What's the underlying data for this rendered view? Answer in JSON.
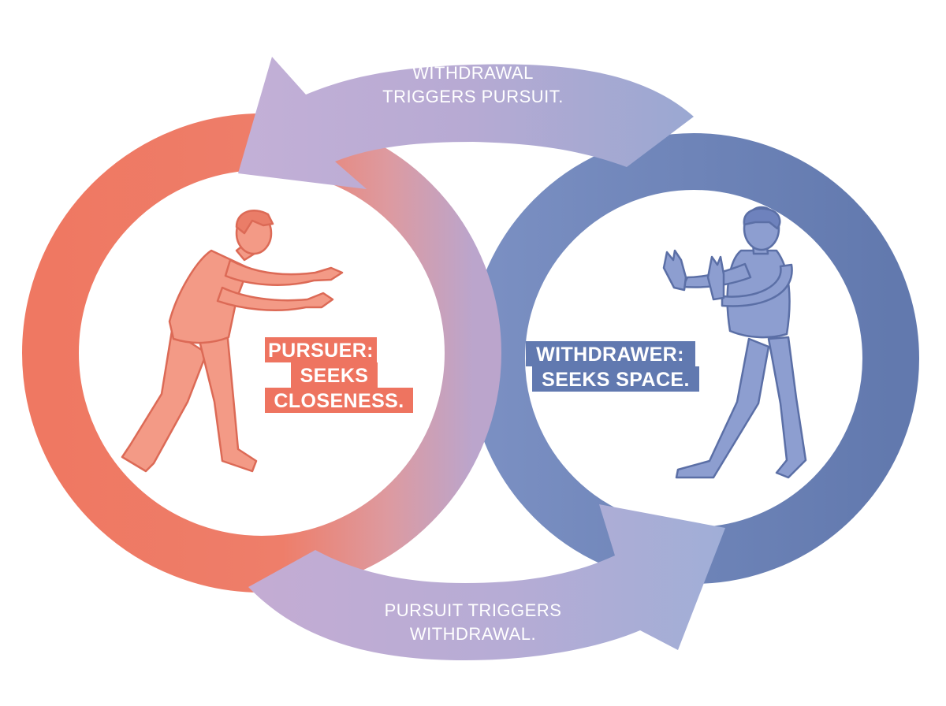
{
  "colors": {
    "pursuer": "#ee7a66",
    "pursuer_light": "#f3917f",
    "pursuer_dark": "#e06a55",
    "withdrawer": "#6a82b5",
    "withdrawer_light": "#8e9fd0",
    "withdrawer_dark": "#52689c",
    "arrow_lavender": "#b8aed4",
    "arrow_blue": "#a3b0d6",
    "background": "#ffffff"
  },
  "top_arrow": {
    "line1": "WITHDRAWAL",
    "line2": "TRIGGERS PURSUIT."
  },
  "bottom_arrow": {
    "line1": "PURSUIT TRIGGERS",
    "line2": "WITHDRAWAL."
  },
  "pursuer": {
    "icon": "reaching-person-icon",
    "label_lines": [
      "PURSUER:",
      "SEEKS",
      "CLOSENESS."
    ]
  },
  "withdrawer": {
    "icon": "stop-hands-person-icon",
    "label_lines": [
      "WITHDRAWER:",
      "SEEKS SPACE."
    ]
  }
}
